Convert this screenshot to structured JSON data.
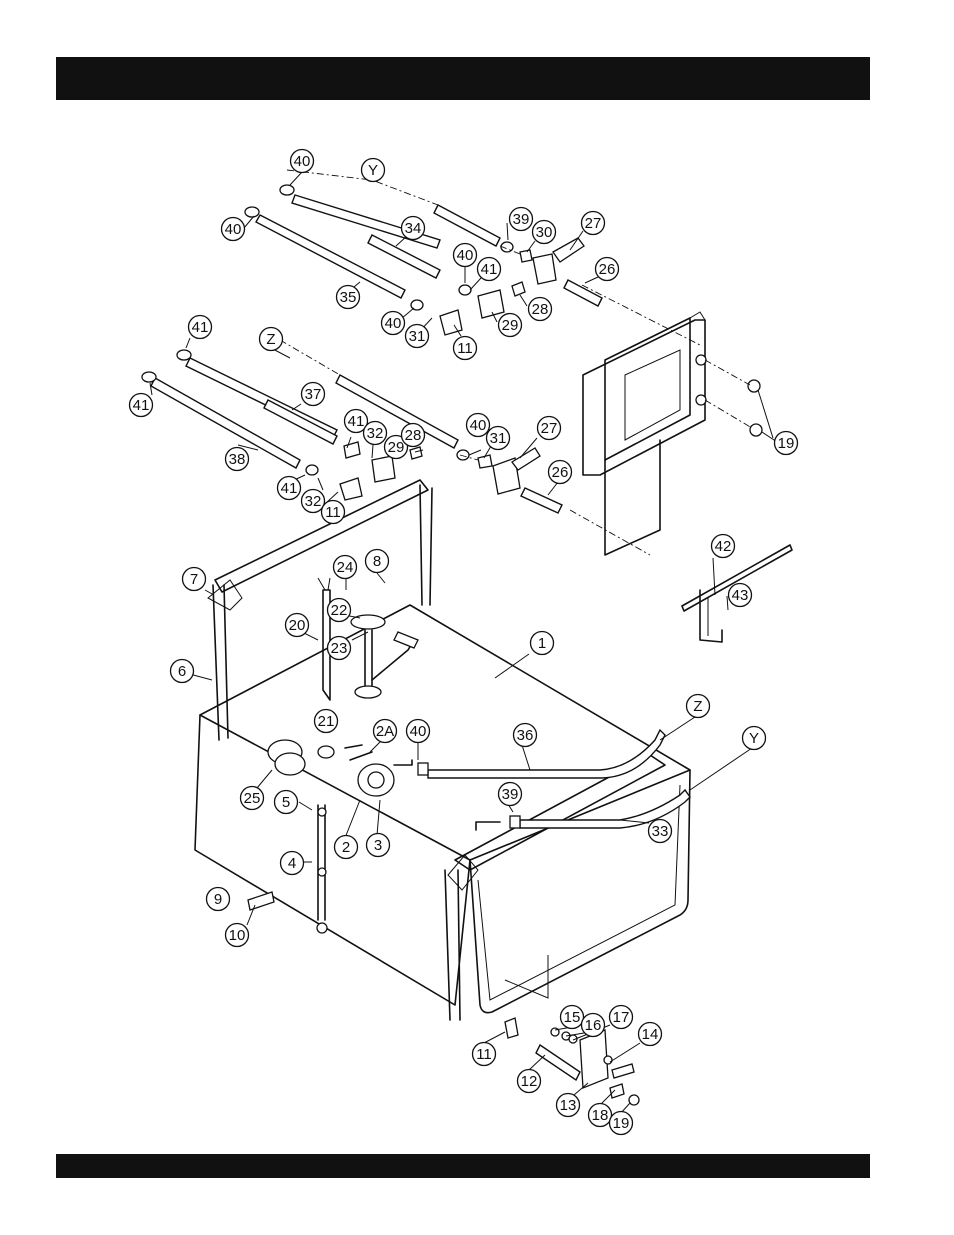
{
  "header": {
    "title": ""
  },
  "footer": {
    "text": ""
  },
  "callouts": [
    {
      "id": "c40a",
      "label": "40"
    },
    {
      "id": "cYa",
      "label": "Y"
    },
    {
      "id": "c40b",
      "label": "40"
    },
    {
      "id": "c34",
      "label": "34"
    },
    {
      "id": "c39a",
      "label": "39"
    },
    {
      "id": "c30",
      "label": "30"
    },
    {
      "id": "c27a",
      "label": "27"
    },
    {
      "id": "c26a",
      "label": "26"
    },
    {
      "id": "c40c",
      "label": "40"
    },
    {
      "id": "c41a",
      "label": "41"
    },
    {
      "id": "c35",
      "label": "35"
    },
    {
      "id": "c28a",
      "label": "28"
    },
    {
      "id": "c40d",
      "label": "40"
    },
    {
      "id": "c31a",
      "label": "31"
    },
    {
      "id": "c29a",
      "label": "29"
    },
    {
      "id": "c11a",
      "label": "11"
    },
    {
      "id": "c41b",
      "label": "41"
    },
    {
      "id": "cZa",
      "label": "Z"
    },
    {
      "id": "c41c",
      "label": "41"
    },
    {
      "id": "c37",
      "label": "37"
    },
    {
      "id": "c19a",
      "label": "19"
    },
    {
      "id": "c41d",
      "label": "41"
    },
    {
      "id": "c32a",
      "label": "32"
    },
    {
      "id": "c29b",
      "label": "29"
    },
    {
      "id": "c28b",
      "label": "28"
    },
    {
      "id": "c40e",
      "label": "40"
    },
    {
      "id": "c31b",
      "label": "31"
    },
    {
      "id": "c27b",
      "label": "27"
    },
    {
      "id": "c38",
      "label": "38"
    },
    {
      "id": "c26b",
      "label": "26"
    },
    {
      "id": "c41e",
      "label": "41"
    },
    {
      "id": "c32b",
      "label": "32"
    },
    {
      "id": "c11b",
      "label": "11"
    },
    {
      "id": "c24",
      "label": "24"
    },
    {
      "id": "c8",
      "label": "8"
    },
    {
      "id": "c42",
      "label": "42"
    },
    {
      "id": "c7",
      "label": "7"
    },
    {
      "id": "c22",
      "label": "22"
    },
    {
      "id": "c43",
      "label": "43"
    },
    {
      "id": "c20",
      "label": "20"
    },
    {
      "id": "c23",
      "label": "23"
    },
    {
      "id": "c1",
      "label": "1"
    },
    {
      "id": "c6",
      "label": "6"
    },
    {
      "id": "cZb",
      "label": "Z"
    },
    {
      "id": "cYb",
      "label": "Y"
    },
    {
      "id": "c21",
      "label": "21"
    },
    {
      "id": "c2A",
      "label": "2A"
    },
    {
      "id": "c40f",
      "label": "40"
    },
    {
      "id": "c36",
      "label": "36"
    },
    {
      "id": "c39b",
      "label": "39"
    },
    {
      "id": "c25",
      "label": "25"
    },
    {
      "id": "c5",
      "label": "5"
    },
    {
      "id": "c33",
      "label": "33"
    },
    {
      "id": "c2",
      "label": "2"
    },
    {
      "id": "c3",
      "label": "3"
    },
    {
      "id": "c4",
      "label": "4"
    },
    {
      "id": "c9",
      "label": "9"
    },
    {
      "id": "c10",
      "label": "10"
    },
    {
      "id": "c15",
      "label": "15"
    },
    {
      "id": "c16",
      "label": "16"
    },
    {
      "id": "c17",
      "label": "17"
    },
    {
      "id": "c14",
      "label": "14"
    },
    {
      "id": "c11c",
      "label": "11"
    },
    {
      "id": "c12",
      "label": "12"
    },
    {
      "id": "c13",
      "label": "13"
    },
    {
      "id": "c18",
      "label": "18"
    },
    {
      "id": "c19b",
      "label": "19"
    }
  ]
}
